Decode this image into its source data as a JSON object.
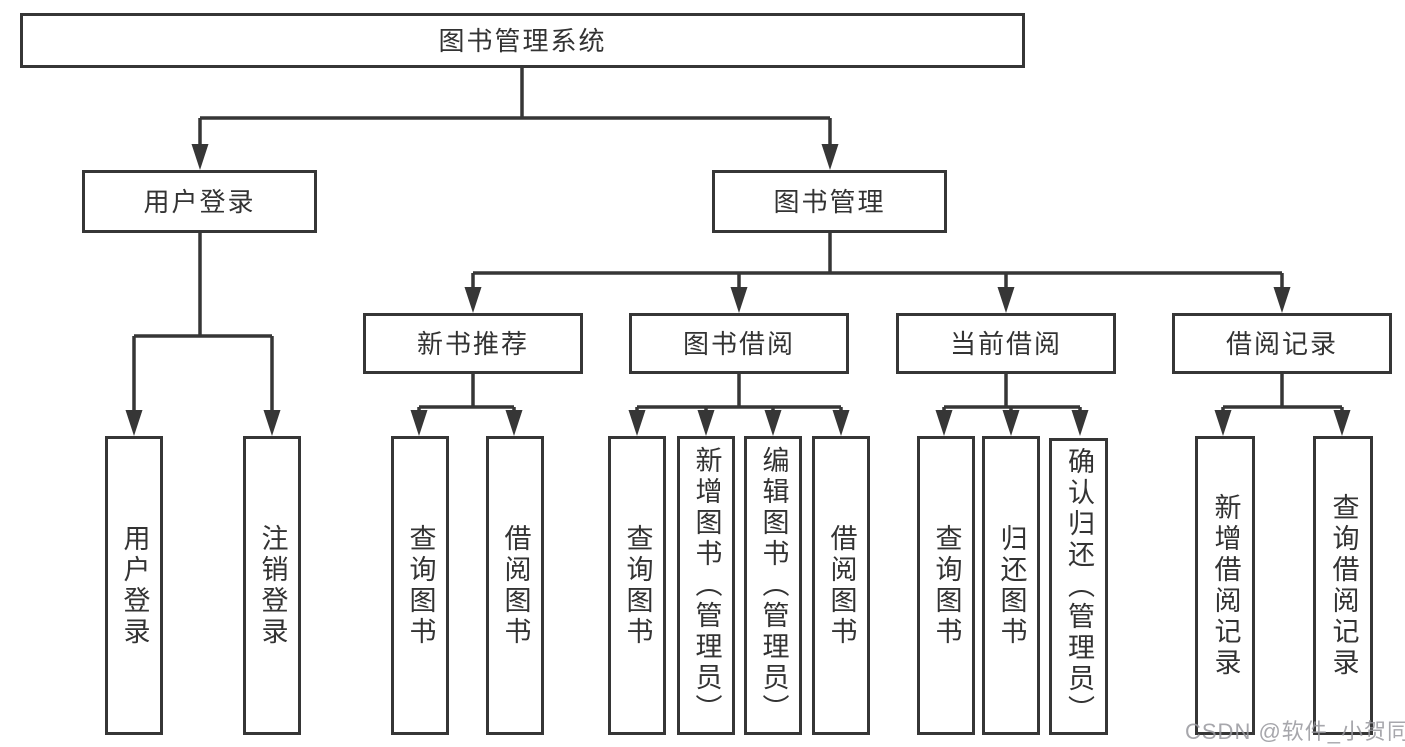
{
  "diagram": {
    "watermark": "CSDN @软件_小贺同学",
    "colors": {
      "line": "#363636",
      "box_border": "#363636",
      "box_background": "#ffffff",
      "text": "#333333",
      "watermark": "#98989e"
    },
    "tree": {
      "root": {
        "label": "图书管理系统",
        "children": [
          {
            "label": "用户登录",
            "children": [
              {
                "label": "用户登录"
              },
              {
                "label": "注销登录"
              }
            ]
          },
          {
            "label": "图书管理",
            "children": [
              {
                "label": "新书推荐",
                "children": [
                  {
                    "label": "查询图书"
                  },
                  {
                    "label": "借阅图书"
                  }
                ]
              },
              {
                "label": "图书借阅",
                "children": [
                  {
                    "label": "查询图书"
                  },
                  {
                    "label": "新增图书（管理员）"
                  },
                  {
                    "label": "编辑图书（管理员）"
                  },
                  {
                    "label": "借阅图书"
                  }
                ]
              },
              {
                "label": "当前借阅",
                "children": [
                  {
                    "label": "查询图书"
                  },
                  {
                    "label": "归还图书"
                  },
                  {
                    "label": "确认归还（管理员）"
                  }
                ]
              },
              {
                "label": "借阅记录",
                "children": [
                  {
                    "label": "新增借阅记录"
                  },
                  {
                    "label": "查询借阅记录"
                  }
                ]
              }
            ]
          }
        ]
      }
    }
  }
}
